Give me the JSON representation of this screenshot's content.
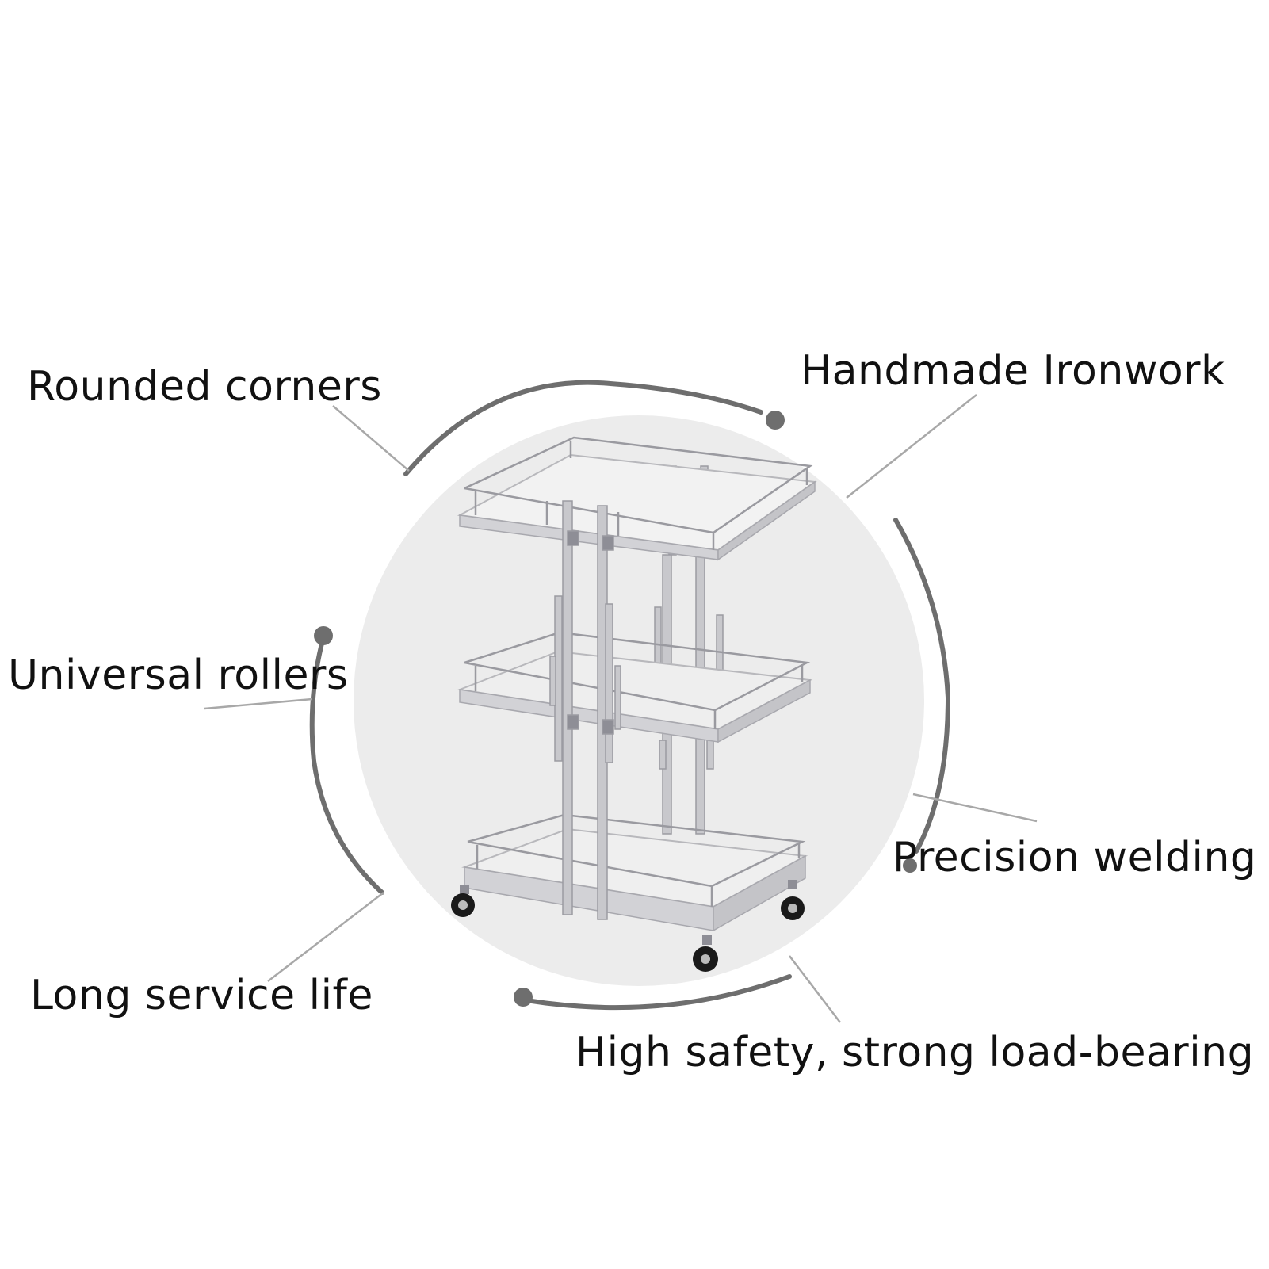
{
  "features": {
    "rounded_corners": "Rounded corners",
    "handmade_ironwork": "Handmade Ironwork",
    "universal_rollers": "Universal rollers",
    "precision_welding": "Precision welding",
    "long_service_life": "Long service life",
    "high_safety": "High safety, strong load-bearing"
  },
  "colors": {
    "background": "#ffffff",
    "circle_backdrop": "#ececec",
    "frame_metal": "#c8c8cc",
    "shelf_top": "#f2f2f2",
    "arc_stroke": "#6e6e6e",
    "text": "#111111"
  }
}
